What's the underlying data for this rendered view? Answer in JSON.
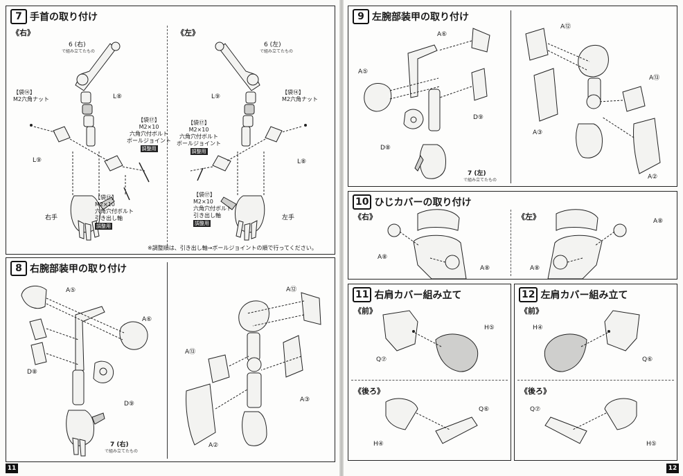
{
  "steps": {
    "s7": {
      "num": "7",
      "title": "手首の取り付け",
      "right": "《右》",
      "left": "《左》",
      "r_6": "6 (右)",
      "r_6_note": "で組み立てたもの",
      "l_6": "6 (左)",
      "l_6_note": "で組み立てたもの",
      "r_L8": "L⑧",
      "r_L9": "L⑨",
      "l_L9": "L⑨",
      "l_L8": "L⑧",
      "r_nut_bag": "【袋⑭】",
      "r_nut": "M2六角ナット",
      "l_nut_bag": "【袋⑭】",
      "l_nut": "M2六角ナット",
      "r_bolt_bag": "【袋⑰】",
      "r_bolt_size": "M2×10",
      "r_bolt_kind": "六角穴付ボルト",
      "r_bolt_role": "ボールジョイント",
      "r_bolt_badge": "調整用",
      "r_bolt2_bag": "【袋⑰】",
      "r_bolt2_size": "M2×10",
      "r_bolt2_kind": "六角穴付ボルト",
      "r_bolt2_role": "引き出し軸",
      "r_bolt2_badge": "調整用",
      "l_bolt_bag": "【袋⑰】",
      "l_bolt_size": "M2×10",
      "l_bolt_kind": "六角穴付ボルト",
      "l_bolt_role": "ボールジョイント",
      "l_bolt_badge": "調整用",
      "l_bolt2_bag": "【袋⑰】",
      "l_bolt2_size": "M2×10",
      "l_bolt2_kind": "六角穴付ボルト",
      "l_bolt2_role": "引き出し軸",
      "l_bolt2_badge": "調整用",
      "r_hand": "右手",
      "l_hand": "左手",
      "footnote": "※調整順は、引き出し軸→ボールジョイントの順で行ってください。"
    },
    "s8": {
      "num": "8",
      "title": "右腕部装甲の取り付け",
      "a5": "A⑤",
      "a6": "A⑥",
      "d8": "D⑧",
      "d9": "D⑨",
      "b7": "7 (右)",
      "b7_note": "で組み立てたもの",
      "a12": "A⑫",
      "a13": "A⑬",
      "a3": "A③",
      "a2": "A②"
    },
    "s9": {
      "num": "9",
      "title": "左腕部装甲の取り付け",
      "a6": "A⑥",
      "a5": "A⑤",
      "d9": "D⑨",
      "d8": "D⑧",
      "b7": "7 (左)",
      "b7_note": "で組み立てたもの",
      "a12": "A⑫",
      "a13": "A⑬",
      "a3": "A③",
      "a2": "A②"
    },
    "s10": {
      "num": "10",
      "title": "ひじカバーの取り付け",
      "right": "《右》",
      "left": "《左》",
      "r_a8a": "A⑧",
      "r_a8b": "A⑧",
      "l_a8a": "A⑧",
      "l_a8b": "A⑧"
    },
    "s11": {
      "num": "11",
      "title": "右肩カバー組み立て",
      "front": "《前》",
      "back": "《後ろ》",
      "h5": "H⑤",
      "q7": "Q⑦",
      "q6": "Q⑥",
      "h4": "H④"
    },
    "s12": {
      "num": "12",
      "title": "左肩カバー組み立て",
      "front": "《前》",
      "back": "《後ろ》",
      "h4": "H④",
      "q6": "Q⑥",
      "q7": "Q⑦",
      "h5": "H⑤"
    }
  },
  "pages": {
    "left": "11",
    "right": "12"
  }
}
